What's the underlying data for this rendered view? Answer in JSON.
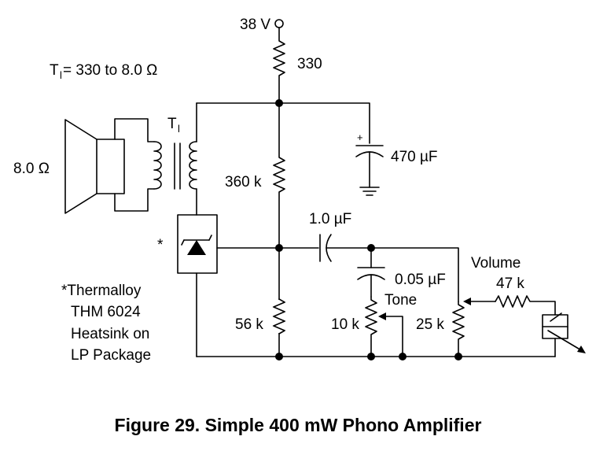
{
  "figure": {
    "caption": "Figure 29. Simple 400 mW Phono Amplifier",
    "note_star": "*",
    "note_lines": [
      "*Thermalloy",
      "THM 6024",
      "Heatsink on",
      "LP Package"
    ]
  },
  "components": {
    "supply": {
      "label": "38 V"
    },
    "r_top": {
      "label": "330"
    },
    "transformer": {
      "label": "T",
      "subscript": "l",
      "ratio_prefix": "T",
      "ratio_sub": "l",
      "ratio_text": " = 330 to 8.0 Ω"
    },
    "speaker": {
      "label": "8.0 Ω"
    },
    "c_supply": {
      "label": "470 µF",
      "polarity": "+"
    },
    "r_360": {
      "label": "360 k"
    },
    "r_56": {
      "label": "56 k"
    },
    "c_coupling": {
      "label": "1.0 µF"
    },
    "c_tone": {
      "label": "0.05 µF"
    },
    "tone_pot": {
      "name": "Tone",
      "label": "10 k"
    },
    "r_25": {
      "label": "25 k"
    },
    "volume": {
      "name": "Volume",
      "label": "47 k"
    }
  }
}
